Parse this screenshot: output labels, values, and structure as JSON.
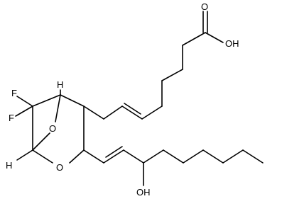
{
  "molecule": {
    "atoms": {
      "carbonyl_o": "O",
      "hydroxyl": "OH",
      "fluorine_1": "F",
      "fluorine_2": "F",
      "bridge_o": "O",
      "ring_o": "O",
      "hydrogen_1": "H",
      "hydrogen_2": "H",
      "side_oh": "OH"
    }
  }
}
